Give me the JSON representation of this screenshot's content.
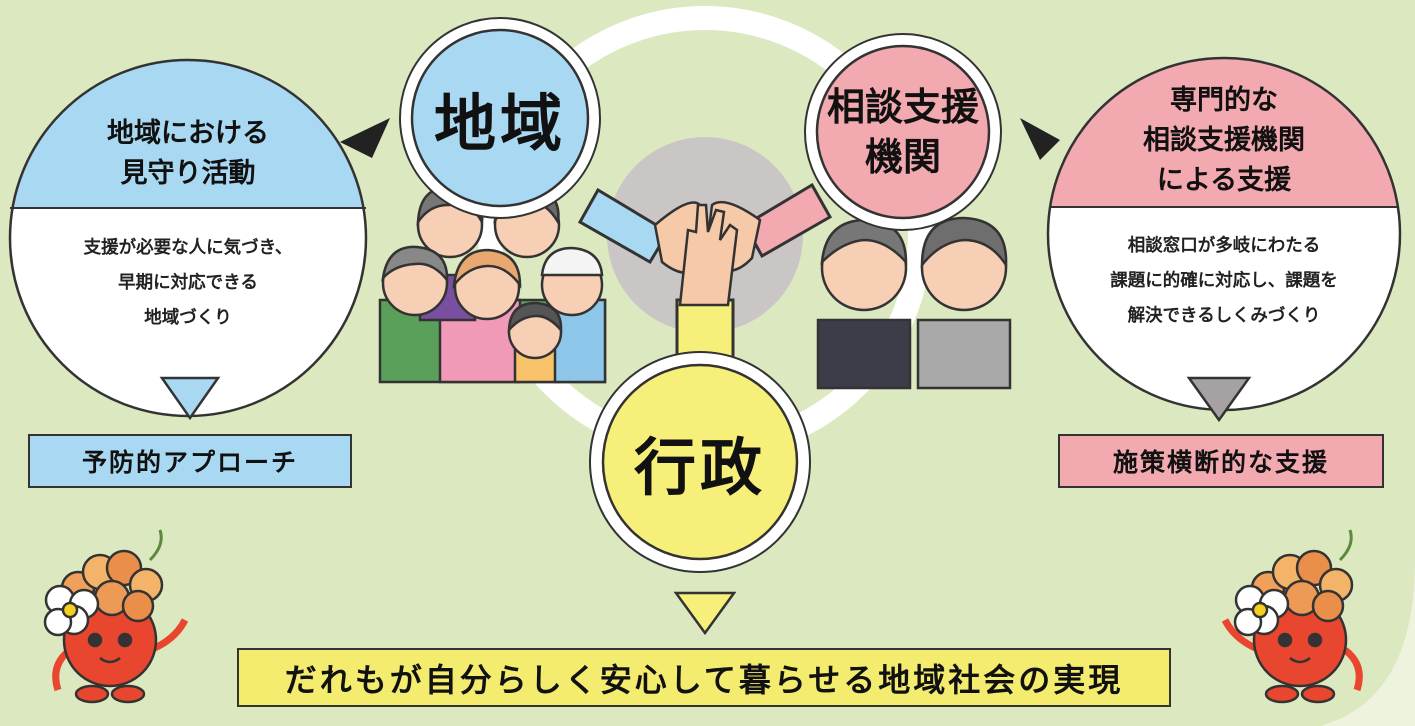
{
  "circles": {
    "chiiki": "地域",
    "soudan": [
      "相談支援",
      "機関"
    ],
    "gyousei": "行政"
  },
  "left_bubble": {
    "title": [
      "地域における",
      "見守り活動"
    ],
    "body": [
      "支援が必要な人に気づき、",
      "早期に対応できる",
      "地域づくり"
    ]
  },
  "right_bubble": {
    "title": [
      "専門的な",
      "相談支援機関",
      "による支援"
    ],
    "body": [
      "相談窓口が多岐にわたる",
      "課題に的確に対応し、課題を",
      "解決できるしくみづくり"
    ]
  },
  "left_label": "予防的アプローチ",
  "right_label": "施策横断的な支援",
  "bottom_label": "だれもが自分らしく安心して暮らせる地域社会の実現",
  "colors": {
    "background": "#dce8c0",
    "chiiki_blue": "#a9d9f2",
    "soudan_pink": "#f2a9b0",
    "gyousei_yellow": "#f6f07a",
    "label_yellow": "#f4ec6e",
    "mascot_red": "#e8462e",
    "arrow_gray": "#a6a1a2"
  },
  "icons": [
    "hands-joined-icon",
    "residents-group-icon",
    "counselors-icon",
    "mascot-character-icon",
    "flower-icon",
    "down-arrow-icon",
    "pointer-icon"
  ]
}
